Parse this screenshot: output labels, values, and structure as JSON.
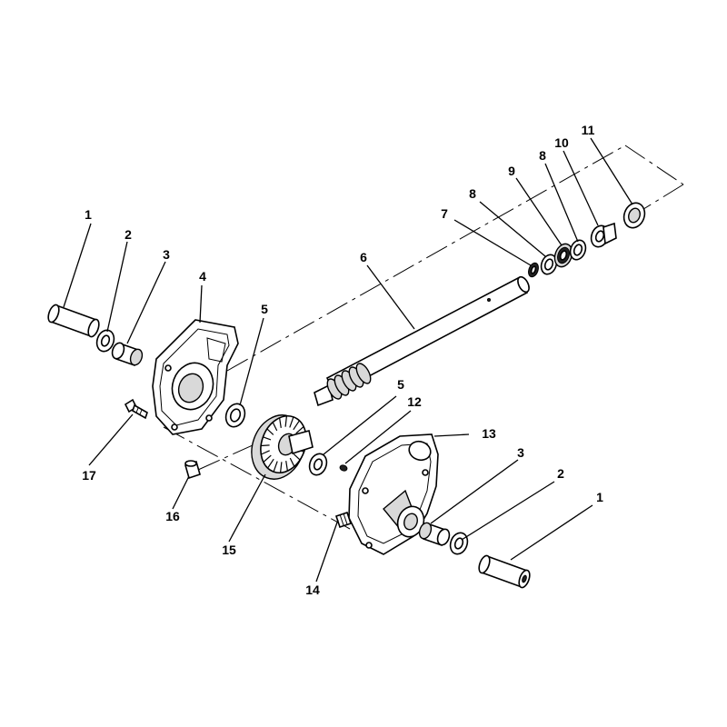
{
  "diagram": {
    "callouts": [
      {
        "id": "c1a",
        "text": "1"
      },
      {
        "id": "c2a",
        "text": "2"
      },
      {
        "id": "c3a",
        "text": "3"
      },
      {
        "id": "c4",
        "text": "4"
      },
      {
        "id": "c5a",
        "text": "5"
      },
      {
        "id": "c6",
        "text": "6"
      },
      {
        "id": "c7",
        "text": "7"
      },
      {
        "id": "c8a",
        "text": "8"
      },
      {
        "id": "c9",
        "text": "9"
      },
      {
        "id": "c8b",
        "text": "8"
      },
      {
        "id": "c10",
        "text": "10"
      },
      {
        "id": "c11",
        "text": "11"
      },
      {
        "id": "c5b",
        "text": "5"
      },
      {
        "id": "c12",
        "text": "12"
      },
      {
        "id": "c13",
        "text": "13"
      },
      {
        "id": "c3b",
        "text": "3"
      },
      {
        "id": "c2b",
        "text": "2"
      },
      {
        "id": "c1b",
        "text": "1"
      },
      {
        "id": "c17",
        "text": "17"
      },
      {
        "id": "c16",
        "text": "16"
      },
      {
        "id": "c15",
        "text": "15"
      },
      {
        "id": "c14",
        "text": "14"
      }
    ]
  }
}
